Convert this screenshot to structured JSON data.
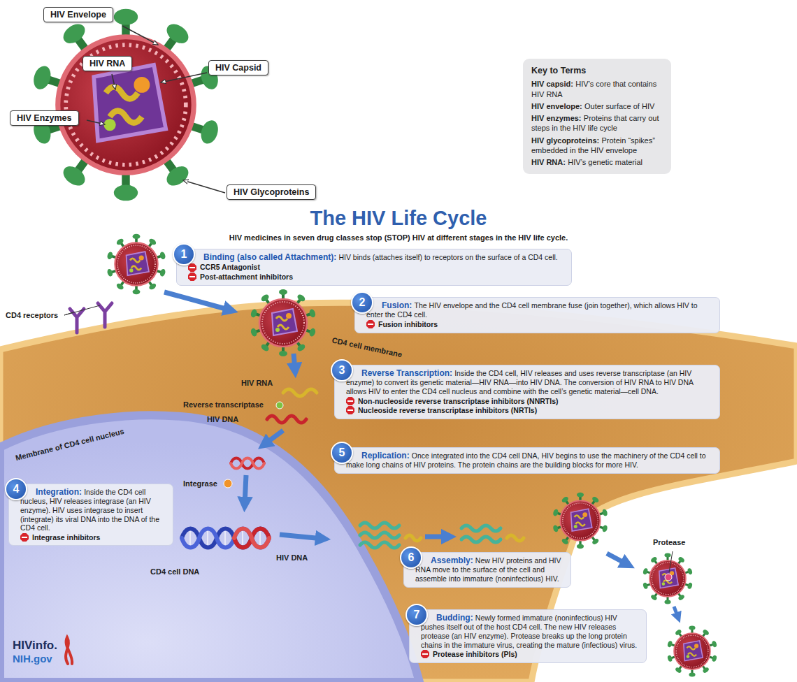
{
  "diagram": {
    "title": "The HIV Life Cycle",
    "caption": "HIV medicines in seven drug classes stop (STOP) HIV at different stages in the HIV life cycle.",
    "nodes": [
      {
        "text": [
          "HIV Envelope"
        ]
      },
      {
        "text": [
          "HIV RNA"
        ]
      },
      {
        "text": [
          "HIV Capsid"
        ]
      },
      {
        "text": [
          "Key to Terms",
          "HIV capsid:",
          "HIV’s core that contains HIV RNA",
          "HIV envelope:",
          "Outer surface of HIV",
          "HIV enzymes:",
          "Proteins that carry out steps in the HIV life cycle",
          "HIV glycoproteins:",
          "Protein “spikes” embedded in the HIV envelope",
          "HIV RNA:",
          "HIV’s genetic material"
        ]
      },
      {
        "text": [
          "HIV Enzymes"
        ]
      },
      {
        "text": [
          "HIV Glycoproteins"
        ]
      },
      {
        "text": [
          "1",
          "Binding (also called Attachment):",
          "HIV binds (attaches itself) to receptors on the surface of a CD4 cell.",
          "CCR5 Antagonist",
          "Post-attachment inhibitors"
        ]
      },
      {
        "text": [
          "2",
          "Fusion:",
          "The HIV envelope and the CD4 cell membrane fuse (join together), which allows HIV to enter the CD4 cell.",
          "Fusion inhibitors"
        ]
      },
      {
        "text": [
          "3",
          "Reverse Transcription:",
          "Inside the CD4 cell, HIV releases and uses reverse transcriptase (an HIV enzyme) to convert its genetic material—HIV RNA—into HIV DNA. The conversion of HIV RNA to HIV DNA allows HIV to enter the CD4 cell nucleus and combine with the cell’s genetic material—cell DNA.",
          "Non-nucleoside reverse transcriptase inhibitors (NNRTIs)",
          "Nucleoside reverse transcriptase inhibitors (NRTIs)"
        ]
      },
      {
        "text": [
          "4",
          "Integration:",
          "Inside the CD4 cell nucleus, HIV releases integrase (an HIV enzyme). HIV uses integrase to insert (integrate) its viral DNA into the DNA of the CD4 cell.",
          "Integrase inhibitors"
        ]
      },
      {
        "text": [
          "5",
          "Replication:",
          "Once integrated into the CD4 cell DNA, HIV begins to use the machinery of the CD4 cell to make long chains of HIV proteins. The protein chains are the building blocks for more HIV."
        ]
      },
      {
        "text": [
          "6",
          "Assembly:",
          "New HIV proteins and HIV RNA move to the surface of the cell and assemble into immature (noninfectious) HIV."
        ]
      },
      {
        "text": [
          "7",
          "Budding:",
          "Newly formed immature (noninfectious) HIV pushes itself out of the host CD4 cell. The new HIV releases protease (an HIV enzyme). Protease breaks up the long protein chains in the immature virus, creating the mature (infectious) virus.",
          "Protease inhibitors (PIs)"
        ]
      }
    ],
    "labels": [
      "CD4 receptors",
      "CD4 cell membrane",
      "HIV RNA",
      "Reverse transcriptase",
      "HIV DNA",
      "Membrane of CD4 cell nucleus",
      "Integrase",
      "HIV DNA",
      "CD4 cell DNA",
      "Protease",
      "HIVinfo.",
      "NIH.gov"
    ]
  }
}
